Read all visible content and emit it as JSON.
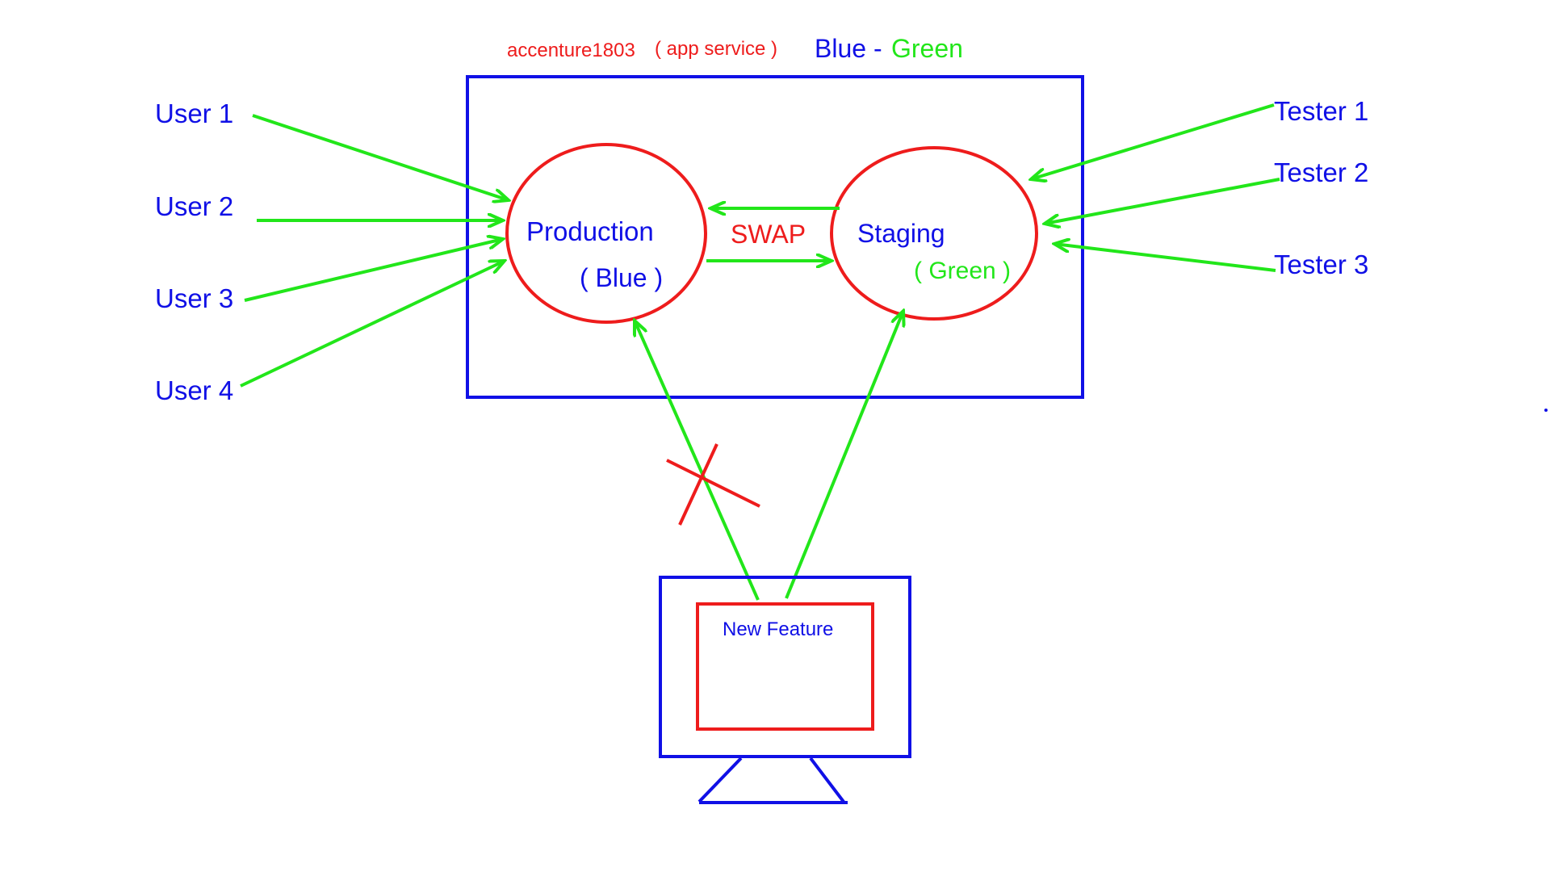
{
  "header": {
    "app_name": "accenture1803",
    "app_type": "( app service )",
    "scheme_blue": "Blue",
    "scheme_dash": "-",
    "scheme_green": "Green"
  },
  "users": [
    "User 1",
    "User 2",
    "User 3",
    "User 4"
  ],
  "testers": [
    "Tester 1",
    "Tester 2",
    "Tester 3"
  ],
  "production": {
    "label": "Production",
    "sublabel": "( Blue )"
  },
  "staging": {
    "label": "Staging",
    "sublabel": "( Green )"
  },
  "swap_label": "SWAP",
  "new_feature_label": "New Feature",
  "colors": {
    "blue": "#1010e6",
    "red": "#ee1c1c",
    "green": "#22e61a",
    "background": "#ffffff"
  },
  "icons": {
    "blocked_path": "red-cross-icon",
    "deploy_target": "monitor-icon"
  }
}
